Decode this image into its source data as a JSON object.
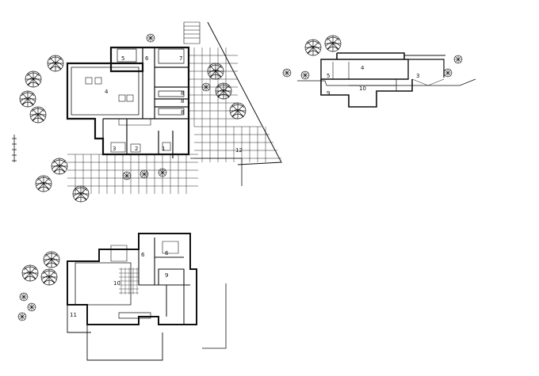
{
  "drawing": {
    "colors": {
      "ink": "#111111",
      "paper": "#ffffff"
    },
    "ground_floor_plan": {
      "room_numbers": [
        "5",
        "6",
        "7",
        "4",
        "8",
        "8",
        "8",
        "3",
        "2",
        "1",
        "12"
      ]
    },
    "section": {
      "room_numbers": [
        "4",
        "5",
        "3",
        "10",
        "9"
      ]
    },
    "lower_floor_plan": {
      "room_numbers": [
        "6",
        "6",
        "10",
        "9",
        "11"
      ]
    }
  }
}
